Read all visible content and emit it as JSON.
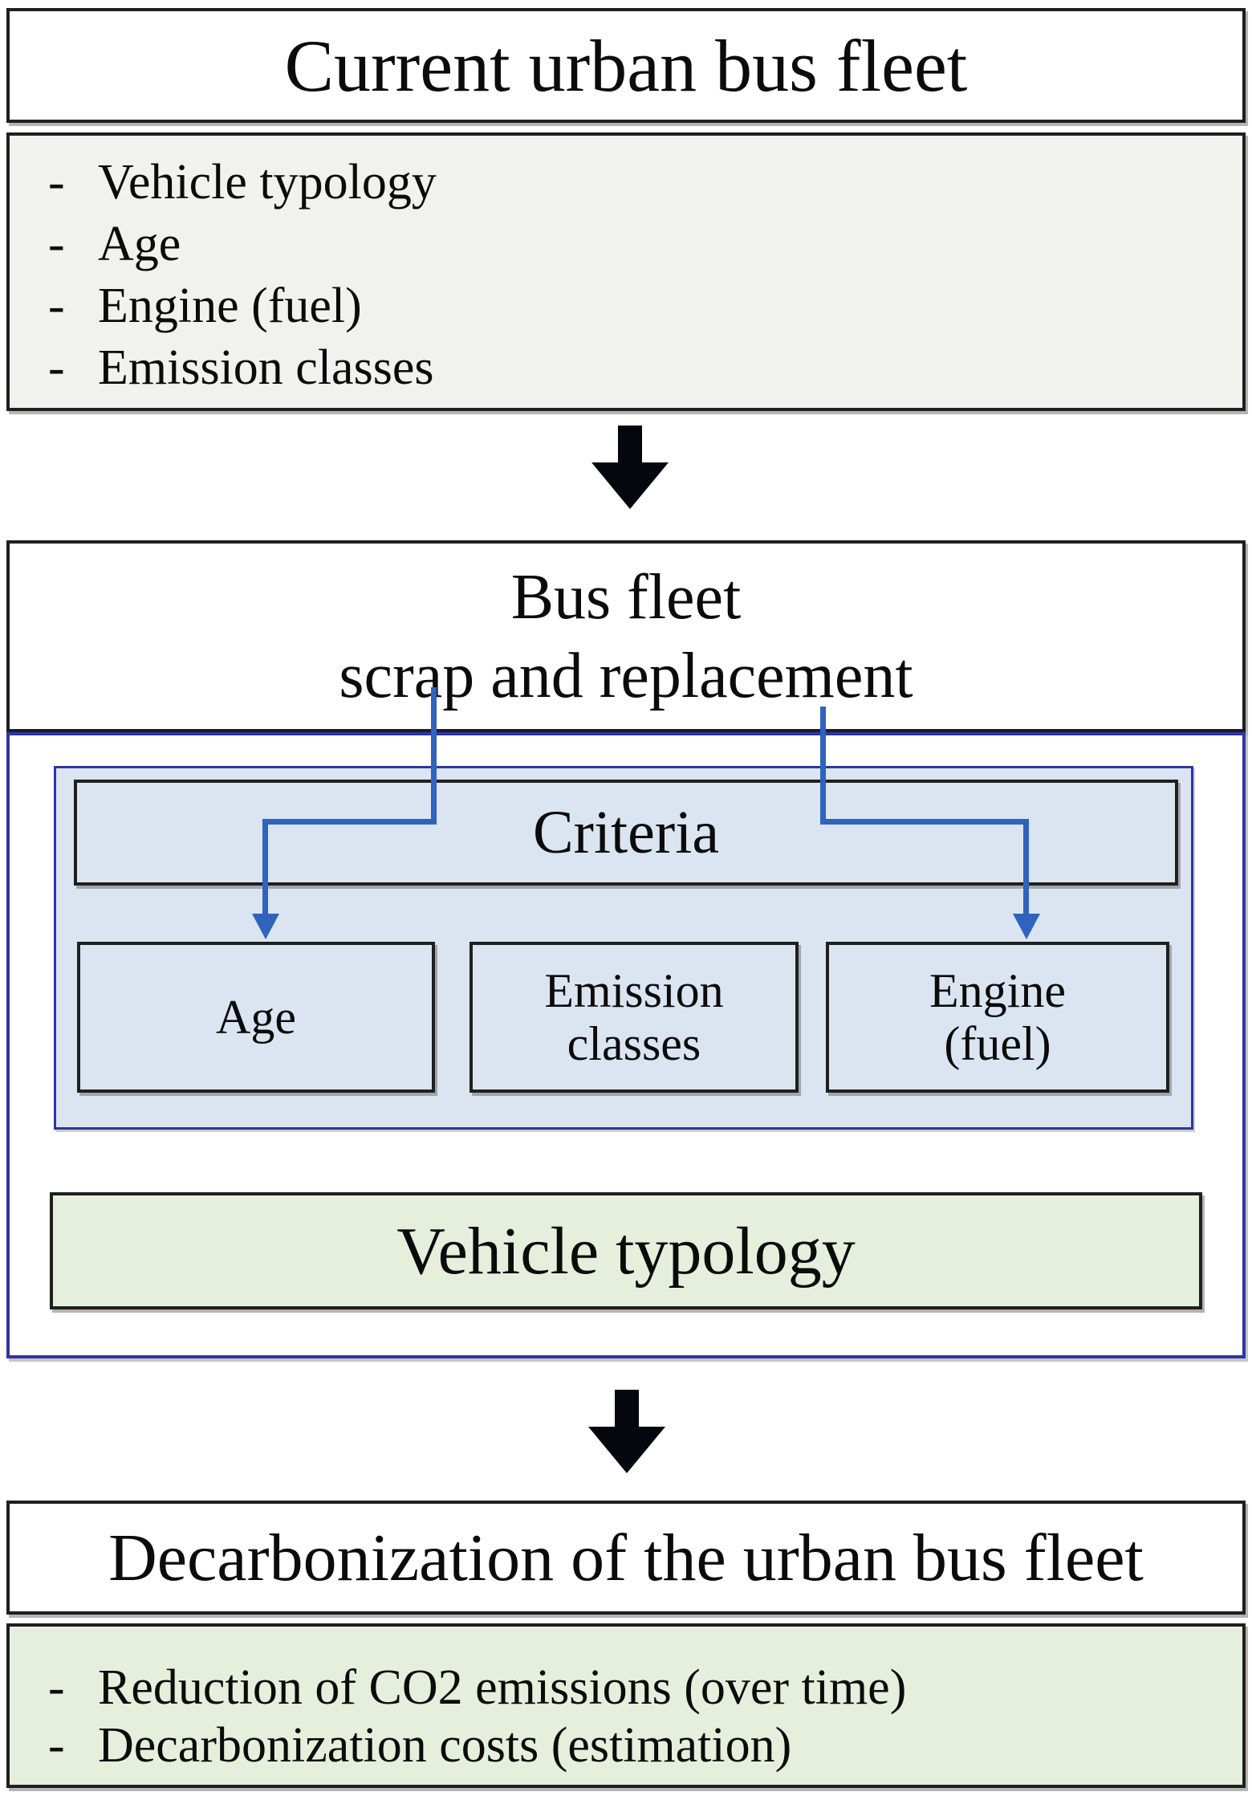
{
  "current_fleet": {
    "title": "Current urban bus fleet",
    "bullet": "-",
    "items": [
      "Vehicle typology",
      "Age",
      "Engine (fuel)",
      "Emission classes"
    ]
  },
  "scrap_replacement": {
    "title_line1": "Bus fleet",
    "title_line2": "scrap and replacement",
    "criteria_header": "Criteria",
    "criteria_boxes": [
      "Age",
      "Emission classes",
      "Engine (fuel)"
    ],
    "vehicle_typology_label": "Vehicle typology"
  },
  "decarbonization": {
    "title": "Decarbonization of the urban bus fleet",
    "bullet": "-",
    "items": [
      "Reduction of CO2 emissions (over time)",
      "Decarbonization costs (estimation)"
    ]
  },
  "colors": {
    "box_border_black": "#1f1f1f",
    "navy_border": "#2f35a2",
    "panel_blue_fill": "#dbe5f1",
    "gray_fill": "#f1f1f0",
    "green_fill": "#e6efdc",
    "connector_blue": "#2f63bd",
    "arrow_black": "#06060f",
    "background": "#ffffff"
  }
}
